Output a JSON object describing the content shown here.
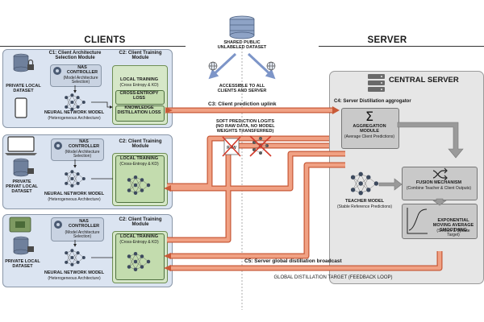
{
  "headers": {
    "clients": "CLIENTS",
    "server": "SERVER"
  },
  "dataset": {
    "line1": "SHARED PUBLIC",
    "line2": "UNLABELED DATASET",
    "accessible": "ACCESSIBLE TO ALL CLIENTS AND SERVER"
  },
  "client1": {
    "module_title": "C1: Client Architecture Selection Module",
    "training_title": "C2: Client Training Module",
    "nas_title": "NAS CONTROLLER",
    "nas_sub": "(Model Architecture Selection)",
    "local_training": "LOCAL TRAINING",
    "local_training_sub": "(Cross Entropy & KD)",
    "ce_loss": "CROSS-ENTROPY LOSS",
    "kd_loss": "KNOWLEDGE DISTILLATION LOSS",
    "dataset": "PRIVATE LOCAL DATASET",
    "nn_title": "NEURAL NETWORK MODEL",
    "nn_sub": "(Heterogeneous Architecture)"
  },
  "client2": {
    "training_title": "C2: Client Training Module",
    "nas_title": "NAS CONTROLLER",
    "nas_sub": "(Model Architecture Selection)",
    "local_training": "LOCAL TRAINING",
    "local_training_sub": "(Cross-Entropy & KD)",
    "dataset_l1": "PRIVATE",
    "dataset_l2": "PRIVAT LOCAL",
    "dataset_l3": "DATASET",
    "nn_title": "NEURAL NETWORK MODEL",
    "nn_sub": "(Heterogeneous Architecture)"
  },
  "client3": {
    "training_title": "C2: Client Training Module",
    "nas_title": "NAS CONTROLLER",
    "nas_sub": "(Model Architecture Selection)",
    "local_training": "LOCAL TRAINING",
    "local_training_sub": "(Cross-Entropy & KD)",
    "dataset": "PRIVATE LOCAL DATASET",
    "nn_title": "NEURAL NETWORK MODEL",
    "nn_sub": "(Heterogeneous Architecture)"
  },
  "flows": {
    "uplink": "C3: Client prediction uplink",
    "soft_logits": "SOFT PREDICTION LOGITS (NO RAW DATA, NO MODEL WEIGHTS TRANSFERRED)",
    "broadcast": "C5: Server global distillation broadcast",
    "feedback": "GLOBAL DISTILLATION TARGET (FEEDBACK LOOP)",
    "raw_label": "RAW"
  },
  "server": {
    "title": "CENTRAL SERVER",
    "c4": "C4: Server Distillation aggrogator",
    "aggregation_title": "AGGREGATION MODULE",
    "aggregation_sub": "(Average Client Predictions)",
    "teacher_title": "TEACHER MODEL",
    "teacher_sub": "(Stable Reference Predictions)",
    "fusion_title": "FUSION MECHANISM",
    "fusion_sub": "(Combine Teacher & Client Outputs)",
    "ema_title": "EXPONENTIAL MOVING AVERAGE SMOOTHING",
    "ema_sub": "(Smooth & Update Target)",
    "sigma": "Σ"
  },
  "colors": {
    "flow": "#f0a184",
    "flow_edge": "#c85a38",
    "client_panel": "#dbe4f1",
    "green": "#d6e7c8",
    "server_panel": "#e6e6e6"
  },
  "icons": [
    "database-icon",
    "server-icon",
    "phone-icon",
    "laptop-icon",
    "lock-icon",
    "gear-icon",
    "neural-network-icon",
    "chip-icon",
    "shuffle-icon",
    "curve-icon",
    "sigma-icon"
  ]
}
